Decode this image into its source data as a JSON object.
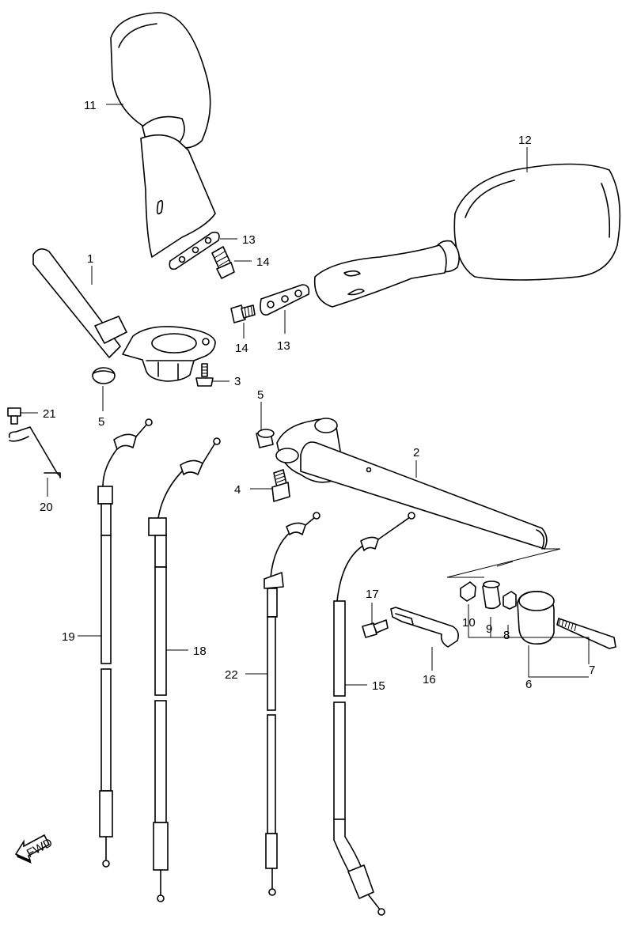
{
  "diagram": {
    "callouts": [
      {
        "id": "11",
        "label": "11"
      },
      {
        "id": "12",
        "label": "12"
      },
      {
        "id": "1",
        "label": "1"
      },
      {
        "id": "13a",
        "label": "13"
      },
      {
        "id": "14a",
        "label": "14"
      },
      {
        "id": "14b",
        "label": "14"
      },
      {
        "id": "13b",
        "label": "13"
      },
      {
        "id": "3",
        "label": "3"
      },
      {
        "id": "5a",
        "label": "5"
      },
      {
        "id": "5b",
        "label": "5"
      },
      {
        "id": "21",
        "label": "21"
      },
      {
        "id": "20",
        "label": "20"
      },
      {
        "id": "2",
        "label": "2"
      },
      {
        "id": "4",
        "label": "4"
      },
      {
        "id": "17",
        "label": "17"
      },
      {
        "id": "10",
        "label": "10"
      },
      {
        "id": "9",
        "label": "9"
      },
      {
        "id": "8",
        "label": "8"
      },
      {
        "id": "6",
        "label": "6"
      },
      {
        "id": "7",
        "label": "7"
      },
      {
        "id": "16",
        "label": "16"
      },
      {
        "id": "19",
        "label": "19"
      },
      {
        "id": "18",
        "label": "18"
      },
      {
        "id": "22",
        "label": "22"
      },
      {
        "id": "15",
        "label": "15"
      }
    ],
    "fwd_label": "FWD",
    "icons": [
      "fwd-arrow-icon"
    ]
  }
}
